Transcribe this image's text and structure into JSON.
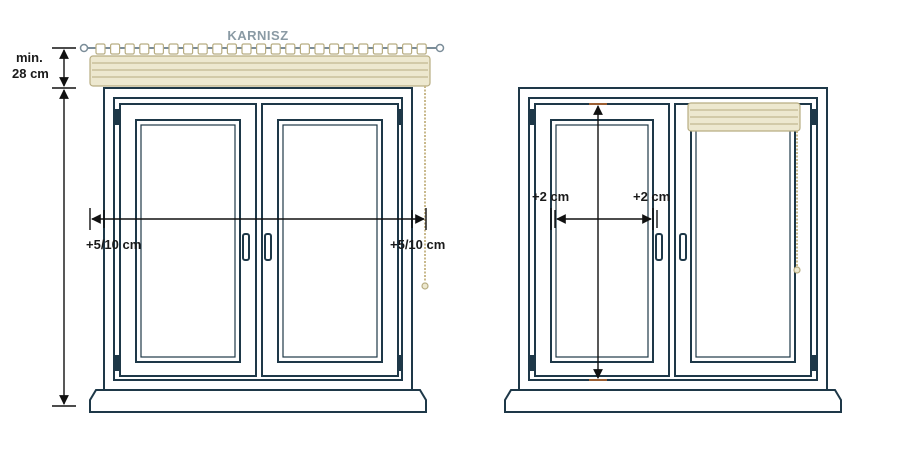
{
  "left_diagram": {
    "rail_label": "KARNISZ",
    "top_gap_label_line1": "min.",
    "top_gap_label_line2": "28 cm",
    "left_extension_label": "+5/10 cm",
    "right_extension_label": "+5/10 cm"
  },
  "right_diagram": {
    "left_margin_label": "+2 cm",
    "right_margin_label": "+2 cm"
  },
  "colors": {
    "frame": "#1e3848",
    "blind": "#ede8cf",
    "blind_stroke": "#b8ad82",
    "cord": "#c9b98c",
    "dimension": "#111111",
    "rail_text": "#8a9aa4"
  }
}
